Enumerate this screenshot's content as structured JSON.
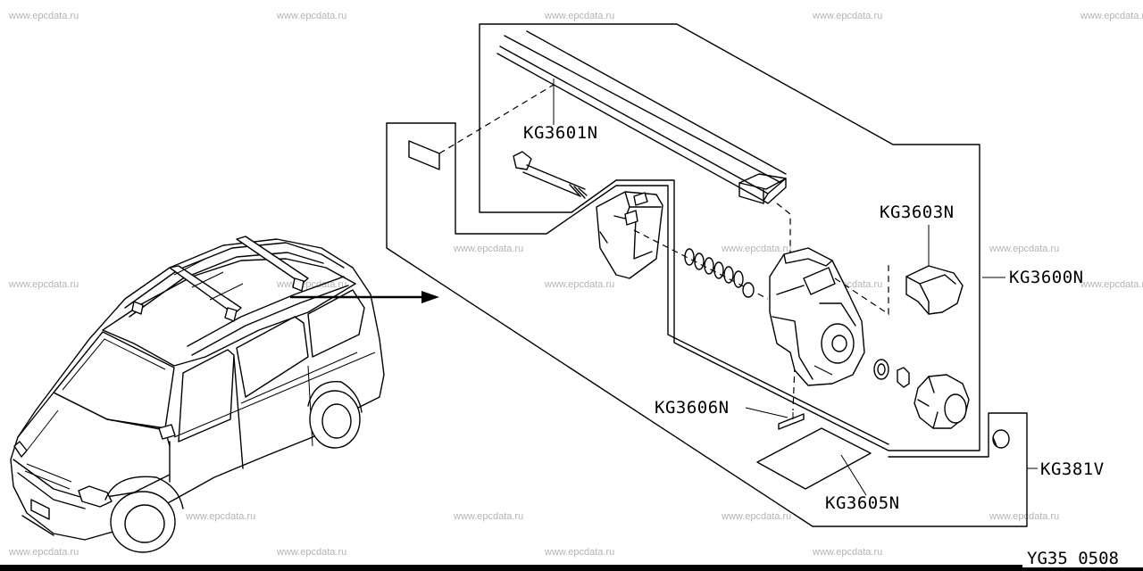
{
  "watermark": "www.epcdata.ru",
  "drawing_code": "YG35 0508",
  "callouts": {
    "kg3601n": "KG3601N",
    "kg3603n": "KG3603N",
    "kg3600n": "KG3600N",
    "kg3606n": "KG3606N",
    "kg3605n": "KG3605N",
    "kg381v": "KG381V"
  }
}
